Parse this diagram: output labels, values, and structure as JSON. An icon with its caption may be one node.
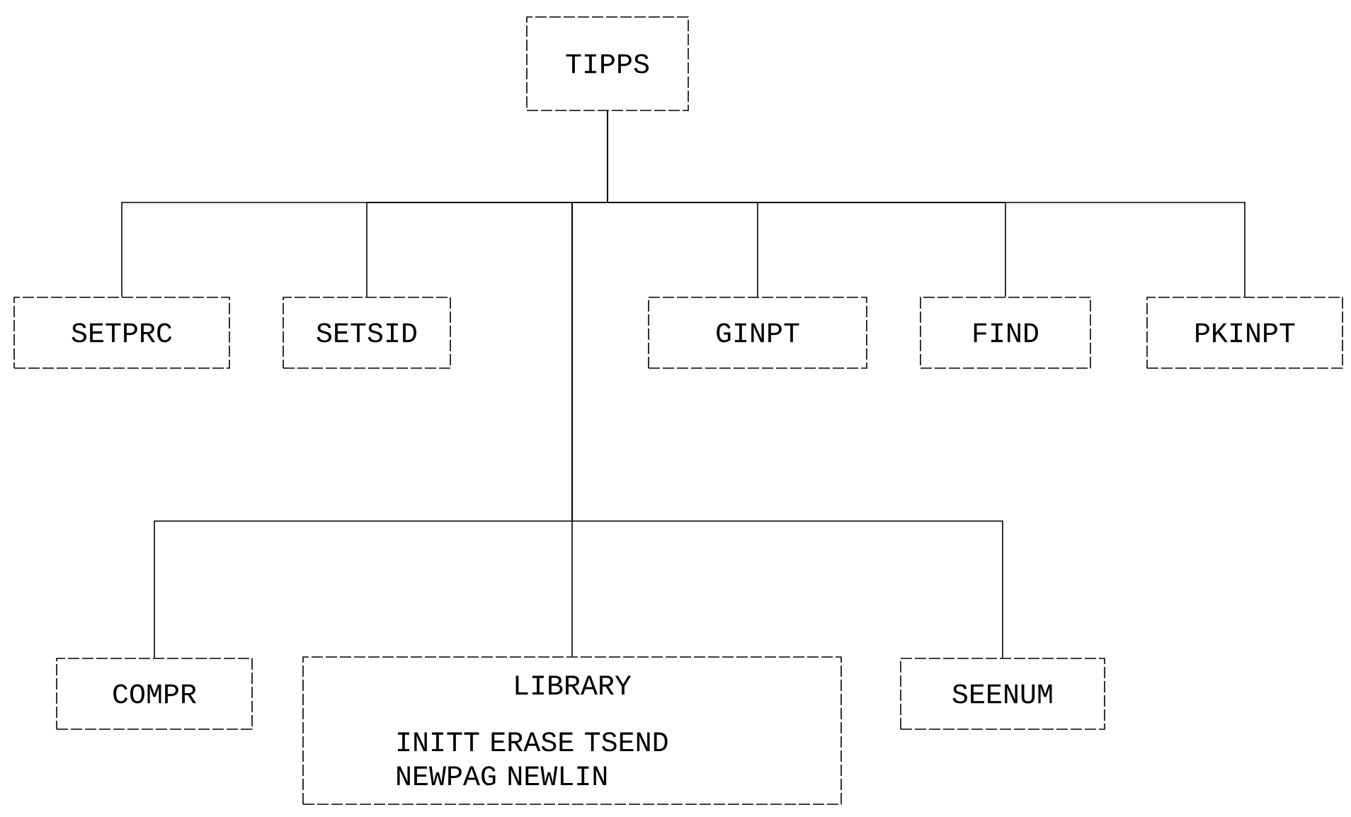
{
  "diagram": {
    "nodes": [
      {
        "text": [
          "TIPPS"
        ]
      },
      {
        "text": [
          "SETPRC"
        ]
      },
      {
        "text": [
          "SETSID"
        ]
      },
      {
        "text": [
          "GINPT"
        ]
      },
      {
        "text": [
          "FIND"
        ]
      },
      {
        "text": [
          "PKINPT"
        ]
      },
      {
        "text": [
          "COMPR"
        ]
      },
      {
        "text": [
          "LIBRARY",
          "INITT ERASE TSEND NEWPAG NEWLIN"
        ]
      },
      {
        "text": [
          "SEENUM"
        ]
      }
    ],
    "edges": [
      {
        "from": 0,
        "to": 1,
        "arrow": "none"
      },
      {
        "from": 0,
        "to": 2,
        "arrow": "none"
      },
      {
        "from": 0,
        "to": 3,
        "arrow": "none"
      },
      {
        "from": 0,
        "to": 4,
        "arrow": "none"
      },
      {
        "from": 0,
        "to": 5,
        "arrow": "none"
      },
      {
        "from": 0,
        "to": 6,
        "arrow": "none"
      },
      {
        "from": 0,
        "to": 7,
        "arrow": "none"
      },
      {
        "from": 0,
        "to": 8,
        "arrow": "none"
      }
    ]
  }
}
